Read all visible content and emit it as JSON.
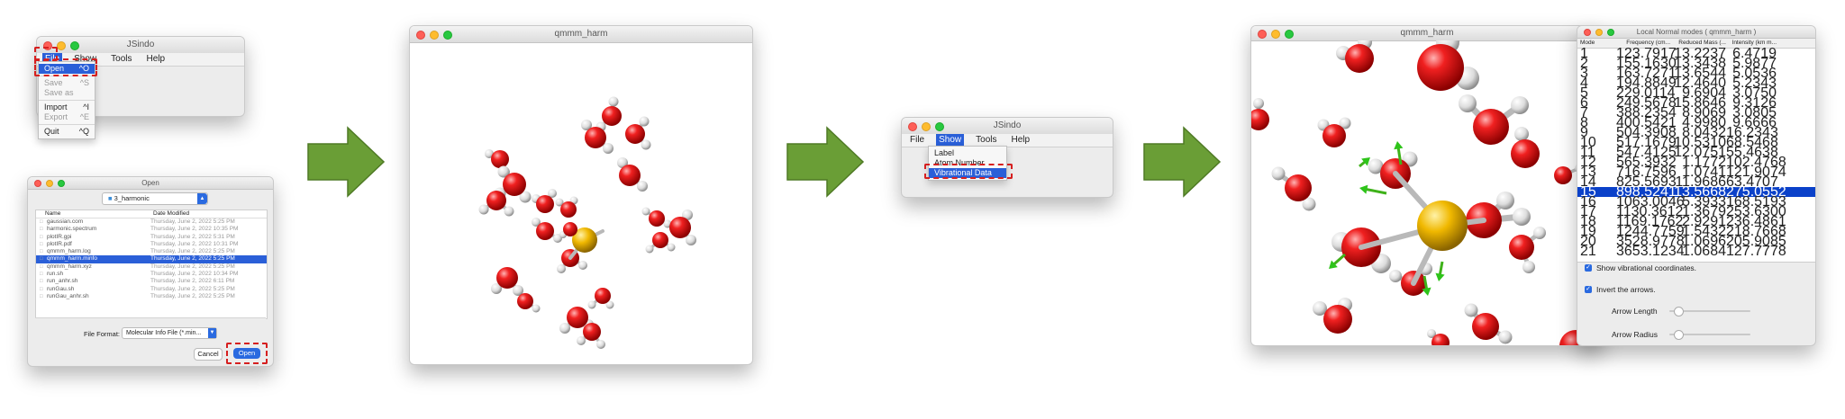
{
  "jsindo_win1": {
    "title": "JSindo",
    "menu": [
      "File",
      "Show",
      "Tools",
      "Help"
    ],
    "file_menu": [
      {
        "label": "Open",
        "shortcut": "^O",
        "state": "highlight"
      },
      {
        "label": "Save",
        "shortcut": "^S",
        "state": "disabled"
      },
      {
        "label": "Save as",
        "shortcut": "",
        "state": "disabled"
      },
      {
        "label": "Import",
        "shortcut": "^I",
        "state": "normal"
      },
      {
        "label": "Export",
        "shortcut": "^E",
        "state": "disabled"
      },
      {
        "label": "Quit",
        "shortcut": "^Q",
        "state": "normal"
      }
    ]
  },
  "open_dialog": {
    "title": "Open",
    "folder": "3_harmonic",
    "col_name": "Name",
    "col_date": "Date Modified",
    "files": [
      {
        "name": "gaussian.com",
        "date": "Thursday, June 2, 2022 5:25 PM",
        "selected": false
      },
      {
        "name": "harmonic.spectrum",
        "date": "Thursday, June 2, 2022 10:35 PM",
        "selected": false
      },
      {
        "name": "plotIR.gpi",
        "date": "Thursday, June 2, 2022 5:31 PM",
        "selected": false
      },
      {
        "name": "plotIR.pdf",
        "date": "Thursday, June 2, 2022 10:31 PM",
        "selected": false
      },
      {
        "name": "qmmm_harm.log",
        "date": "Thursday, June 2, 2022 5:25 PM",
        "selected": false
      },
      {
        "name": "qmmm_harm.minfo",
        "date": "Thursday, June 2, 2022 5:25 PM",
        "selected": true
      },
      {
        "name": "qmmm_harm.xyz",
        "date": "Thursday, June 2, 2022 5:25 PM",
        "selected": false
      },
      {
        "name": "run.sh",
        "date": "Thursday, June 2, 2022 10:34 PM",
        "selected": false
      },
      {
        "name": "run_anhr.sh",
        "date": "Thursday, June 2, 2022 6:11 PM",
        "selected": false
      },
      {
        "name": "runGau.sh",
        "date": "Thursday, June 2, 2022 5:25 PM",
        "selected": false
      },
      {
        "name": "runGau_anhr.sh",
        "date": "Thursday, June 2, 2022 5:25 PM",
        "selected": false
      }
    ],
    "format_label": "File Format:",
    "format_value": "Molecular Info File (*.min...",
    "cancel_label": "Cancel",
    "open_label": "Open"
  },
  "viewer1": {
    "title": "qmmm_harm"
  },
  "jsindo_win2": {
    "title": "JSindo",
    "menu": [
      "File",
      "Show",
      "Tools",
      "Help"
    ],
    "show_menu": [
      {
        "label": "Label",
        "state": "normal"
      },
      {
        "label": "Atom Number",
        "state": "normal"
      },
      {
        "label": "Vibrational Data",
        "state": "highlight"
      }
    ]
  },
  "viewer2": {
    "title": "qmmm_harm"
  },
  "normal_modes": {
    "title": "Local Normal modes ( qmmm_harm )",
    "headers": [
      "Mode",
      "Frequency (cm...",
      "Reduced Mass (...",
      "Intensity (km m..."
    ],
    "rows": [
      [
        "1",
        "123.7917",
        "13.2237",
        "6.4719"
      ],
      [
        "2",
        "155.1630",
        "13.3438",
        "5.9877"
      ],
      [
        "3",
        "163.7271",
        "13.6544",
        "5.0536"
      ],
      [
        "4",
        "194.8849",
        "12.4640",
        "5.2343"
      ],
      [
        "5",
        "229.0114",
        "9.6904",
        "3.0750"
      ],
      [
        "6",
        "249.5678",
        "15.8646",
        "9.3126"
      ],
      [
        "7",
        "388.2354",
        "8.9069",
        "3.0805"
      ],
      [
        "8",
        "400.5421",
        "4.9980",
        "9.6666"
      ],
      [
        "9",
        "504.3908",
        "8.0432",
        "16.2343"
      ],
      [
        "10",
        "517.1679",
        "10.5310",
        "68.5468"
      ],
      [
        "11",
        "547.4125",
        "12.0751",
        "55.4638"
      ],
      [
        "12",
        "565.3932",
        "1.1772",
        "102.4768"
      ],
      [
        "13",
        "716.7596",
        "1.0741",
        "121.9074"
      ],
      [
        "14",
        "825.5693",
        "11.9686",
        "63.4707"
      ],
      [
        "15",
        "898.5241",
        "13.5668",
        "275.0552"
      ],
      [
        "16",
        "1063.0046",
        "5.3933",
        "168.5193"
      ],
      [
        "17",
        "1130.3612",
        "1.3679",
        "253.6300"
      ],
      [
        "18",
        "1169.1762",
        "2.9291",
        "236.4861"
      ],
      [
        "19",
        "1244.7759",
        "1.5432",
        "218.7668"
      ],
      [
        "20",
        "3528.9778",
        "1.0696",
        "205.9085"
      ],
      [
        "21",
        "3653.1234",
        "1.0684",
        "127.7778"
      ]
    ],
    "selected_row": 14,
    "show_coords_label": "Show vibrational coordinates.",
    "invert_label": "Invert the arrows.",
    "arrow_length_label": "Arrow Length",
    "arrow_radius_label": "Arrow Radius",
    "arrow_length_value": 0.1,
    "arrow_radius_value": 0.1
  },
  "colors": {
    "oxygen": "#e0141c",
    "hydrogen": "#d8d8d8",
    "metal": "#f0b800",
    "arrow": "#6a9e36",
    "highlight": "#2a5fd8",
    "dash": "#d61f1f"
  }
}
